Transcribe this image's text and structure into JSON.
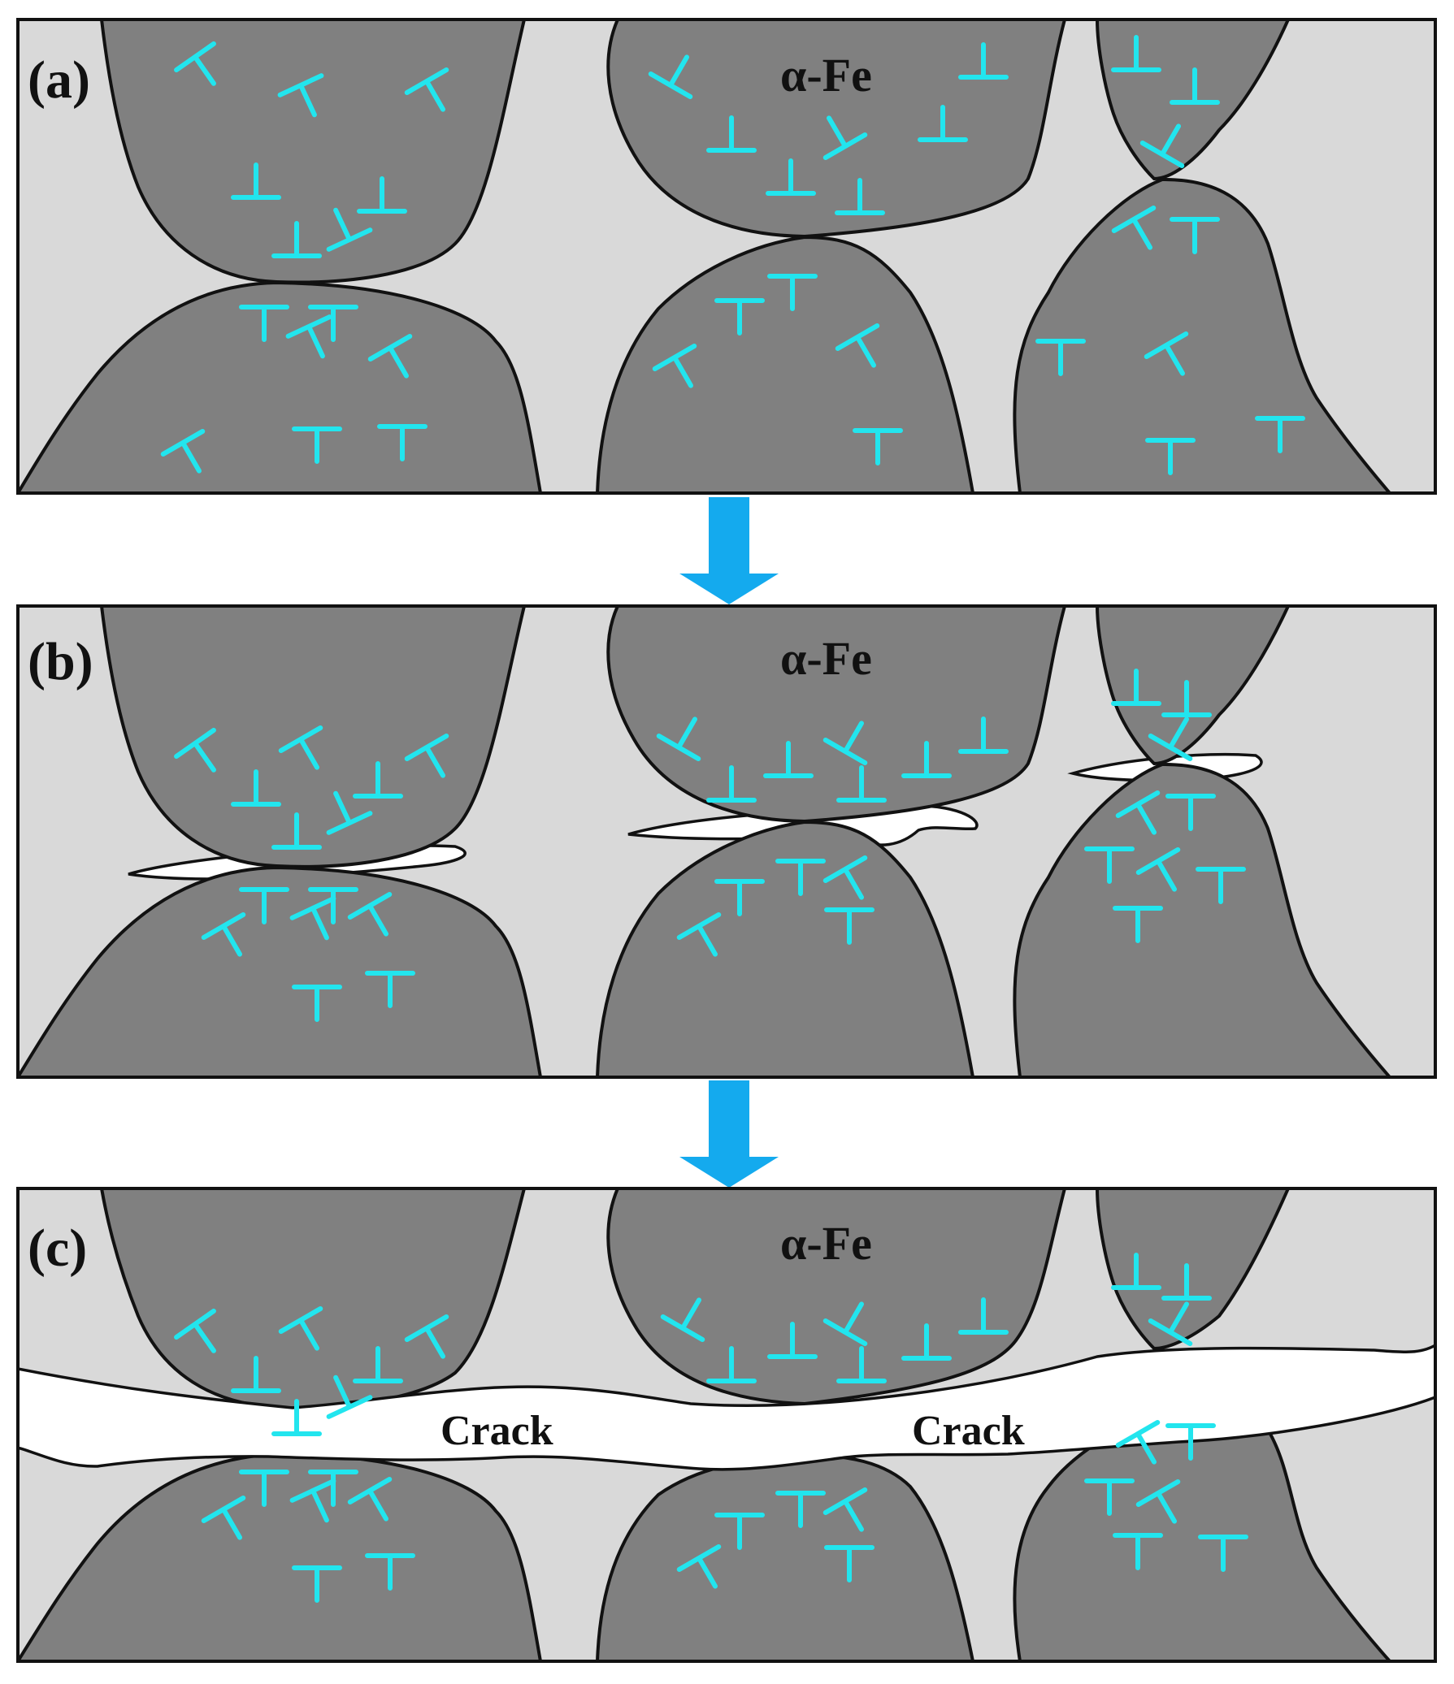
{
  "figure": {
    "panels": [
      {
        "id": "a",
        "label": "(a)",
        "phase_label": "α-Fe"
      },
      {
        "id": "b",
        "label": "(b)",
        "phase_label": "α-Fe"
      },
      {
        "id": "c",
        "label": "(c)",
        "phase_label": "α-Fe",
        "crack_labels": [
          "Crack",
          "Crack"
        ]
      }
    ],
    "colors": {
      "matrix": "#d9d9d9",
      "grain": "#808080",
      "outline": "#111111",
      "void": "#ffffff",
      "dislocation": "#22e5ee",
      "arrow": "#14aaee"
    }
  }
}
